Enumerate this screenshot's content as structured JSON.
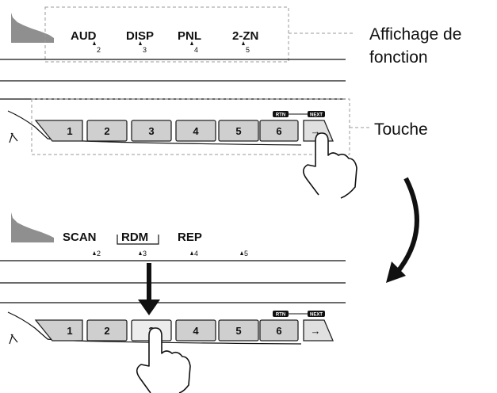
{
  "top_panel": {
    "functions": [
      {
        "label": "AUD",
        "index": "2"
      },
      {
        "label": "DISP",
        "index": "3"
      },
      {
        "label": "PNL",
        "index": "4"
      },
      {
        "label": "2-ZN",
        "index": "5"
      }
    ],
    "buttons": [
      "1",
      "2",
      "3",
      "4",
      "5",
      "6"
    ],
    "rtn_tag": "RTN",
    "next_tag": "NEXT",
    "arrow_glyph": "→"
  },
  "bottom_panel": {
    "functions": [
      {
        "label": "SCAN",
        "index": "2"
      },
      {
        "label": "RDM",
        "index": "3"
      },
      {
        "label": "REP",
        "index": "4"
      },
      {
        "label": "",
        "index": "5"
      }
    ],
    "buttons": [
      "1",
      "2",
      "3",
      "4",
      "5",
      "6"
    ],
    "pressed_button": "3",
    "rtn_tag": "RTN",
    "next_tag": "NEXT",
    "arrow_glyph": "→"
  },
  "callouts": {
    "function_display_line1": "Affichage de",
    "function_display_line2": "fonction",
    "key": "Touche"
  }
}
